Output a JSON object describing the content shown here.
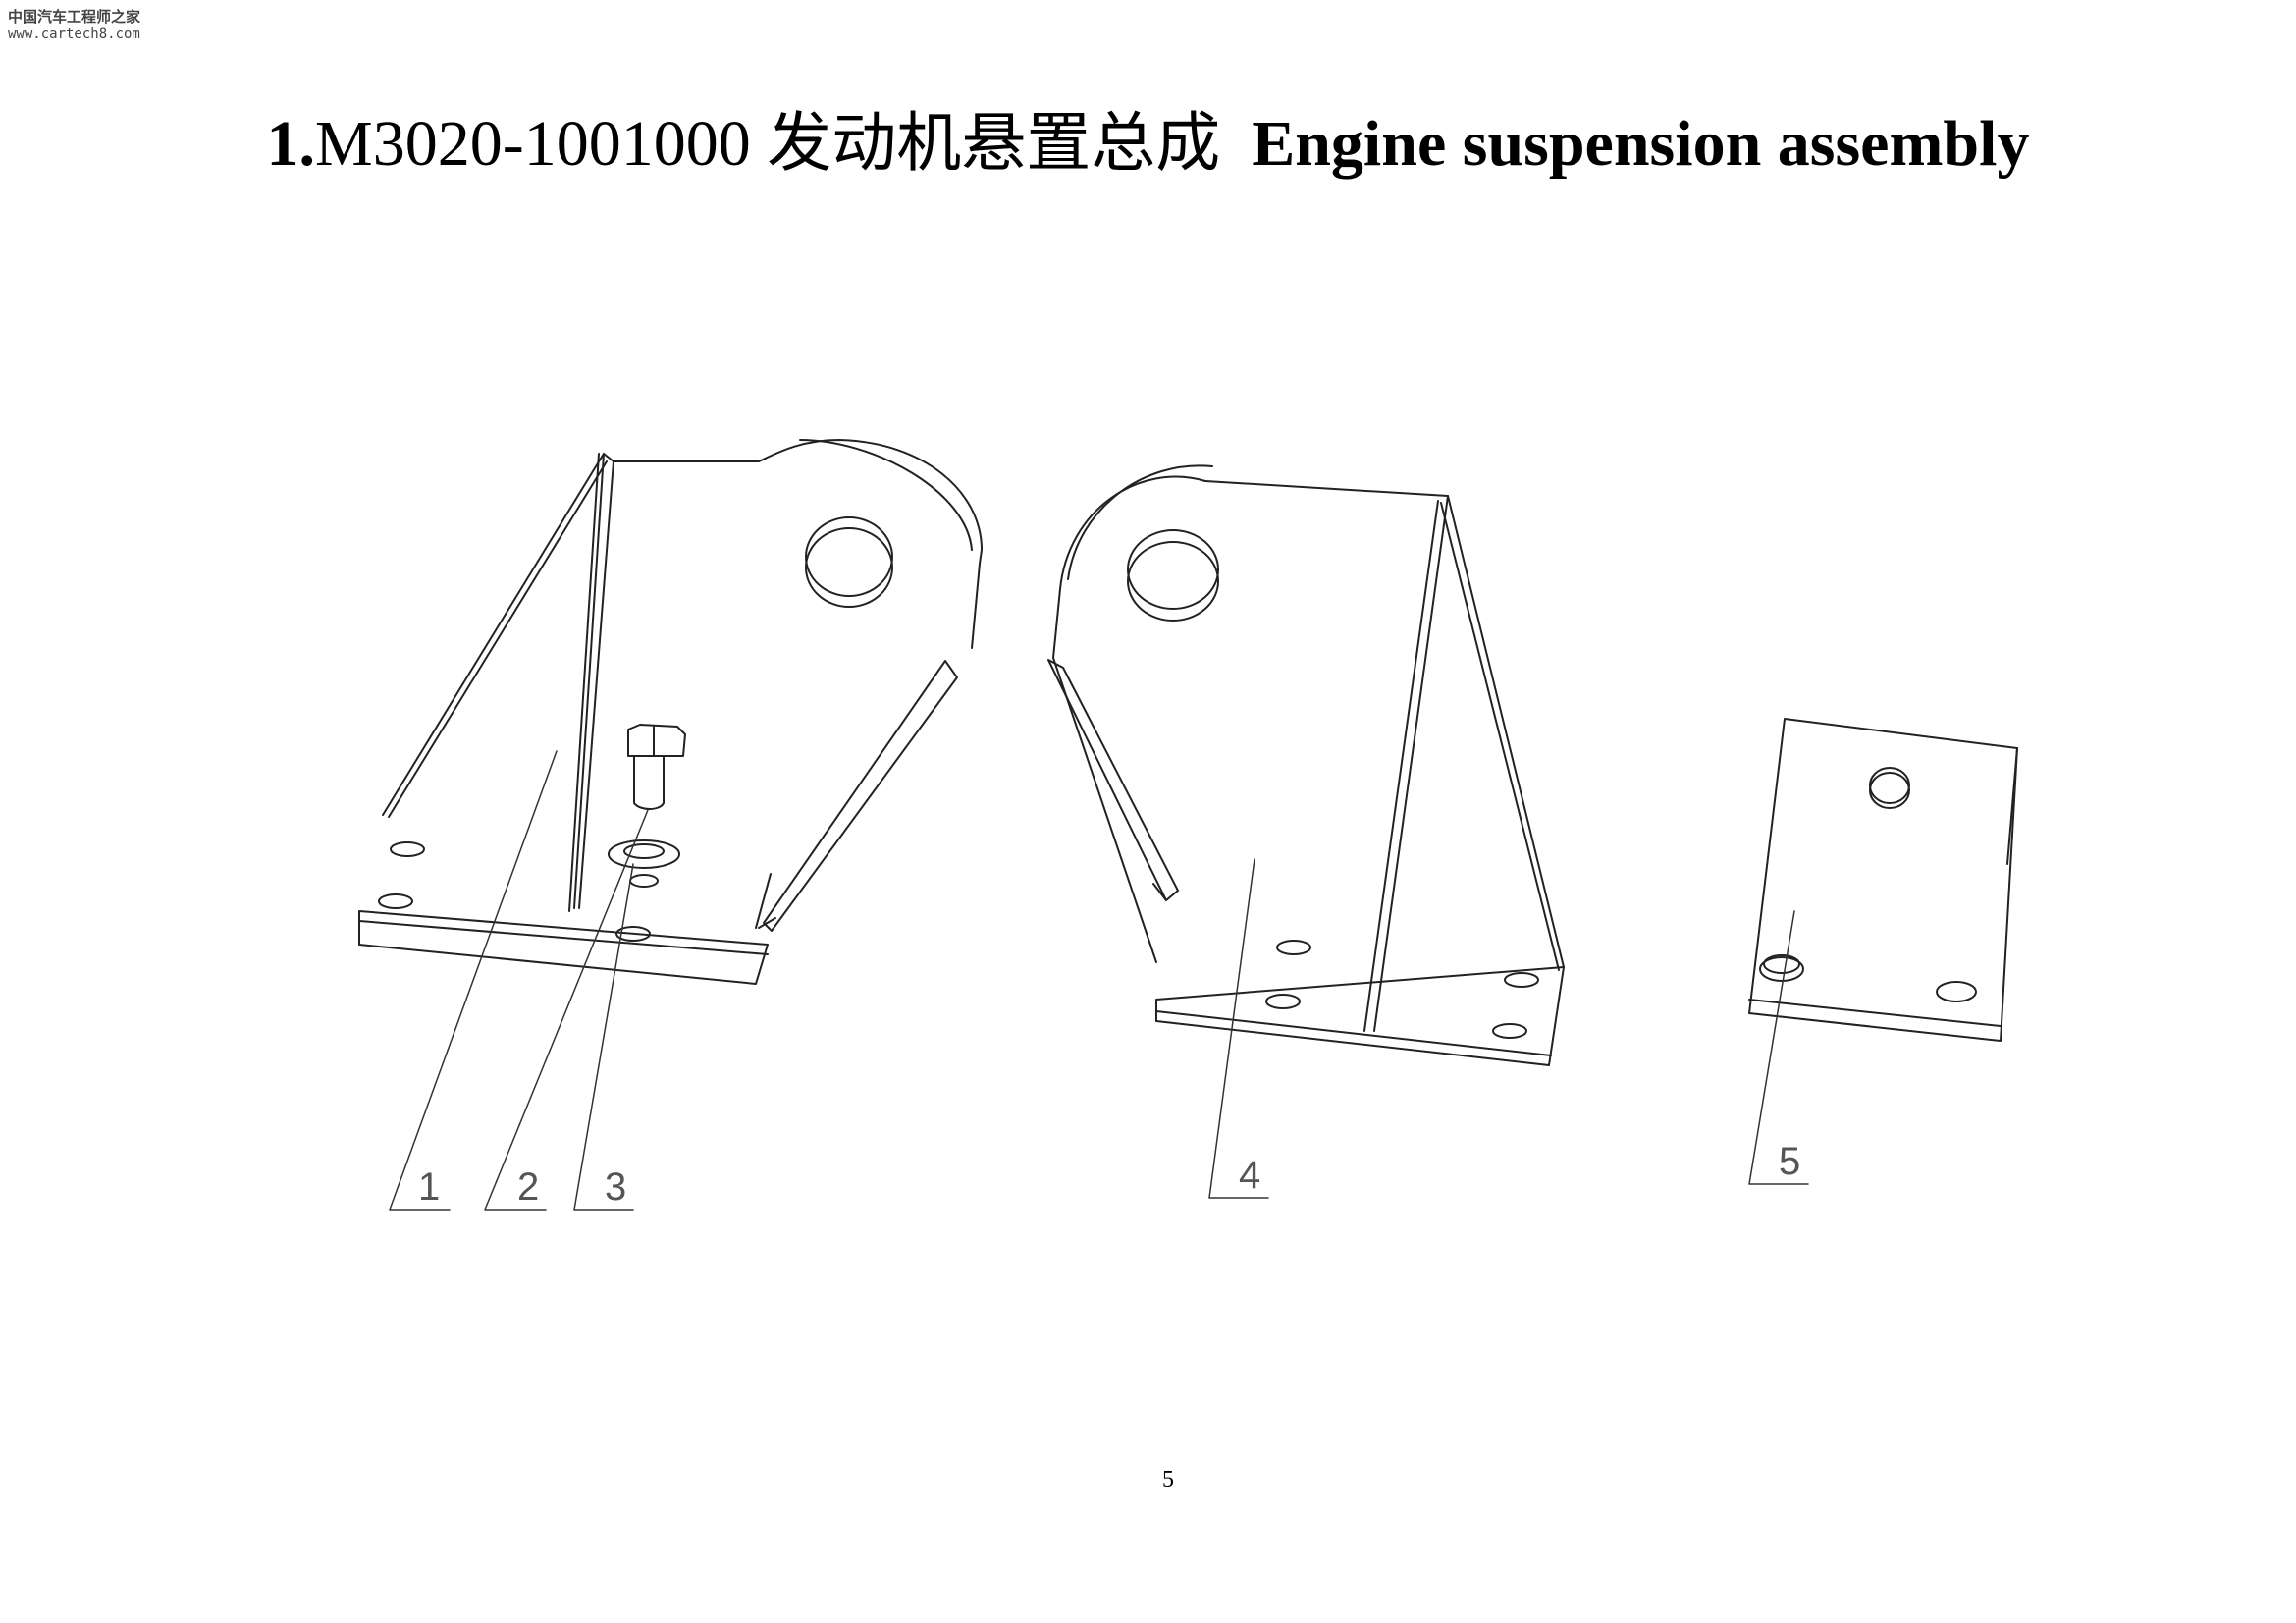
{
  "watermark": {
    "cn": "中国汽车工程师之家",
    "url": "www.cartech8.com"
  },
  "title": {
    "number": "1.",
    "code": "M3020-1001000 发动机悬置总成",
    "english": "Engine suspension assembly"
  },
  "callouts": [
    "1",
    "2",
    "3",
    "4",
    "5"
  ],
  "page_number": "5"
}
